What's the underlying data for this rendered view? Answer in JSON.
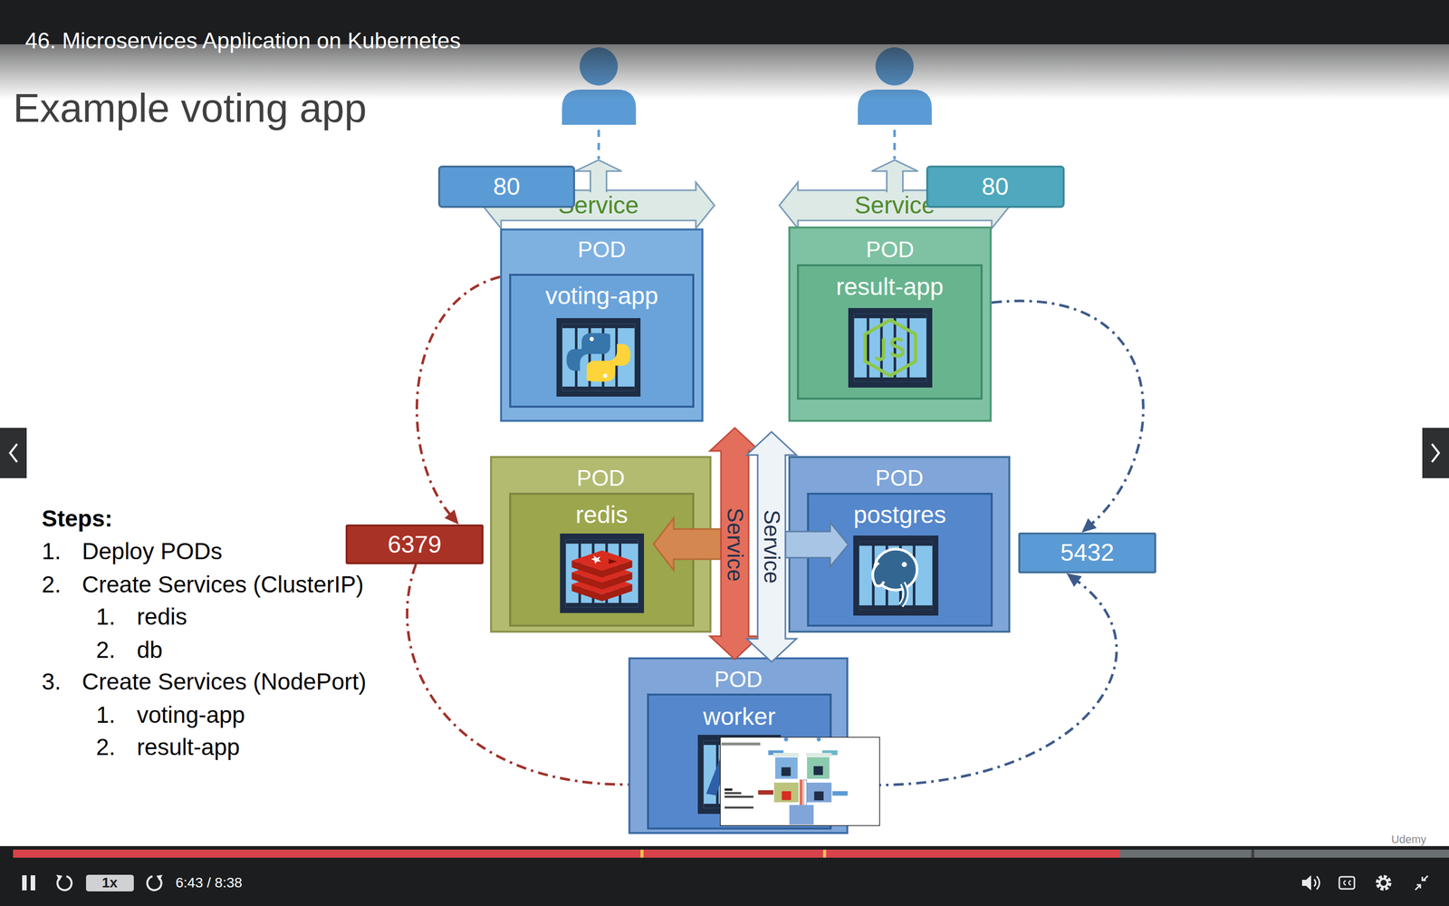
{
  "diagram": {
    "title": "Example voting app",
    "nodes": [
      {
        "text": [
          "80"
        ]
      },
      {
        "text": [
          "Service"
        ]
      },
      {
        "text": [
          "Service"
        ]
      },
      {
        "text": [
          "80"
        ]
      },
      {
        "text": [
          "POD"
        ]
      },
      {
        "text": [
          "voting-app"
        ],
        "in": 4
      },
      {
        "text": [
          "POD"
        ]
      },
      {
        "text": [
          "result-app"
        ],
        "in": 6
      },
      {
        "text": [
          "6379"
        ]
      },
      {
        "text": [
          "POD"
        ]
      },
      {
        "text": [
          "redis"
        ],
        "in": 9
      },
      {
        "text": [
          "Service"
        ]
      },
      {
        "text": [
          "Service"
        ]
      },
      {
        "text": [
          "POD"
        ]
      },
      {
        "text": [
          "postgres"
        ],
        "in": 13
      },
      {
        "text": [
          "5432"
        ]
      },
      {
        "text": [
          "POD"
        ]
      },
      {
        "text": [
          "worker"
        ],
        "in": 16
      }
    ],
    "edges": [
      {
        "from": 4,
        "to": 8,
        "arrow": "to"
      },
      {
        "from": 8,
        "to": 16,
        "arrow": "none"
      },
      {
        "from": 6,
        "to": 15,
        "arrow": "to"
      },
      {
        "from": 16,
        "to": 15,
        "arrow": "to"
      }
    ],
    "labels": [
      "46. Microservices Application on Kubernetes",
      "Steps:",
      "1.",
      "Deploy PODs",
      "2.",
      "Create Services (ClusterIP)",
      "1.",
      "redis",
      "2.",
      "db",
      "3.",
      "Create Services (NodePort)",
      "1.",
      "voting-app",
      "2.",
      "result-app",
      "1x",
      "6:43 / 8:38",
      "Udemy"
    ]
  }
}
